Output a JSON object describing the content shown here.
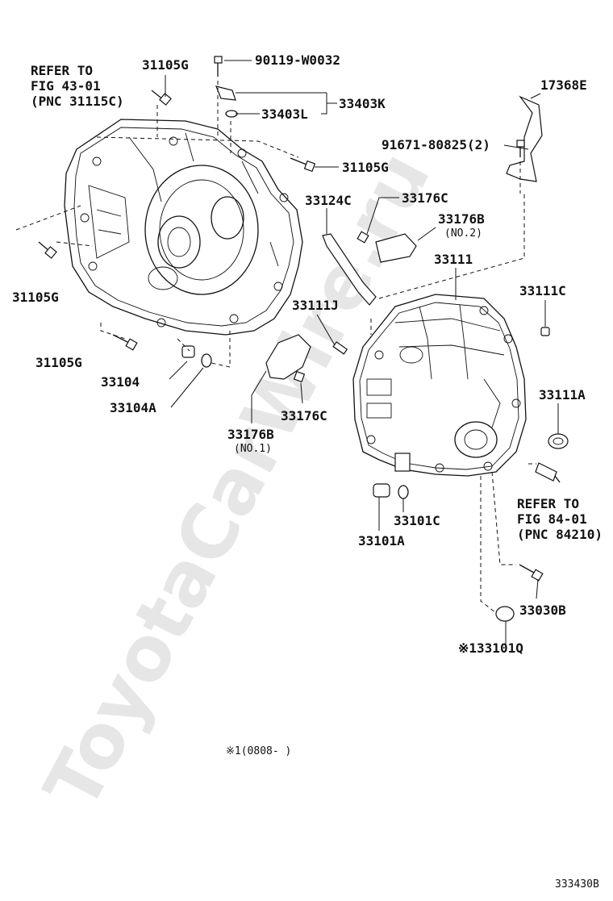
{
  "watermark": "ToyotaCarWire.ru",
  "diagram_id": "333430B",
  "footnote": "※1(0808-     )",
  "refs": {
    "fig43": [
      "REFER TO",
      "FIG 43-01",
      "(PNC 31115C)"
    ],
    "fig84": [
      "REFER TO",
      "FIG 84-01",
      "(PNC 84210)"
    ]
  },
  "labels": {
    "p31105g_top": "31105G",
    "p90119": "90119-W0032",
    "p33403k": "33403K",
    "p33403l": "33403L",
    "p31105g_mid": "31105G",
    "p17368e": "17368E",
    "p91671": "91671-80825(2)",
    "p33124c": "33124C",
    "p33176c_top": "33176C",
    "p33176b_top": "33176B",
    "p33176b_top_sub": "(NO.2)",
    "p33111": "33111",
    "p31105g_left": "31105G",
    "p33111c": "33111C",
    "p33111j": "33111J",
    "p31105g_bot": "31105G",
    "p33104": "33104",
    "p33104a": "33104A",
    "p33111a": "33111A",
    "p33176b_bot": "33176B",
    "p33176b_bot_sub": "(NO.1)",
    "p33176c_bot": "33176C",
    "p33101c": "33101C",
    "p33101a": "33101A",
    "p33030b": "33030B",
    "p33101q": "※133101Q"
  }
}
